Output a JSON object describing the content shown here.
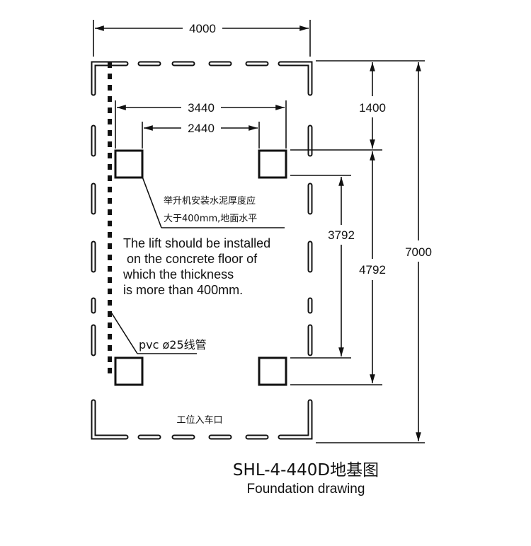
{
  "dimensions": {
    "width_outer": "4000",
    "width_posts": "3440",
    "width_inner": "2440",
    "top_offset": "1400",
    "length_total": "7000",
    "length_posts": "4792",
    "length_inner": "3792"
  },
  "notes": {
    "cn_line1": "举升机安装水泥厚度应",
    "cn_line2": "大于400mm,地面水平",
    "en_line1": "The lift should be installed",
    "en_line2": " on the concrete floor of",
    "en_line3": "which the thickness",
    "en_line4": "is more than 400mm.",
    "pvc": "pvc ø25线管",
    "entry": "工位入车口"
  },
  "title": {
    "main": "SHL-4-440D地基图",
    "sub": "Foundation drawing"
  }
}
